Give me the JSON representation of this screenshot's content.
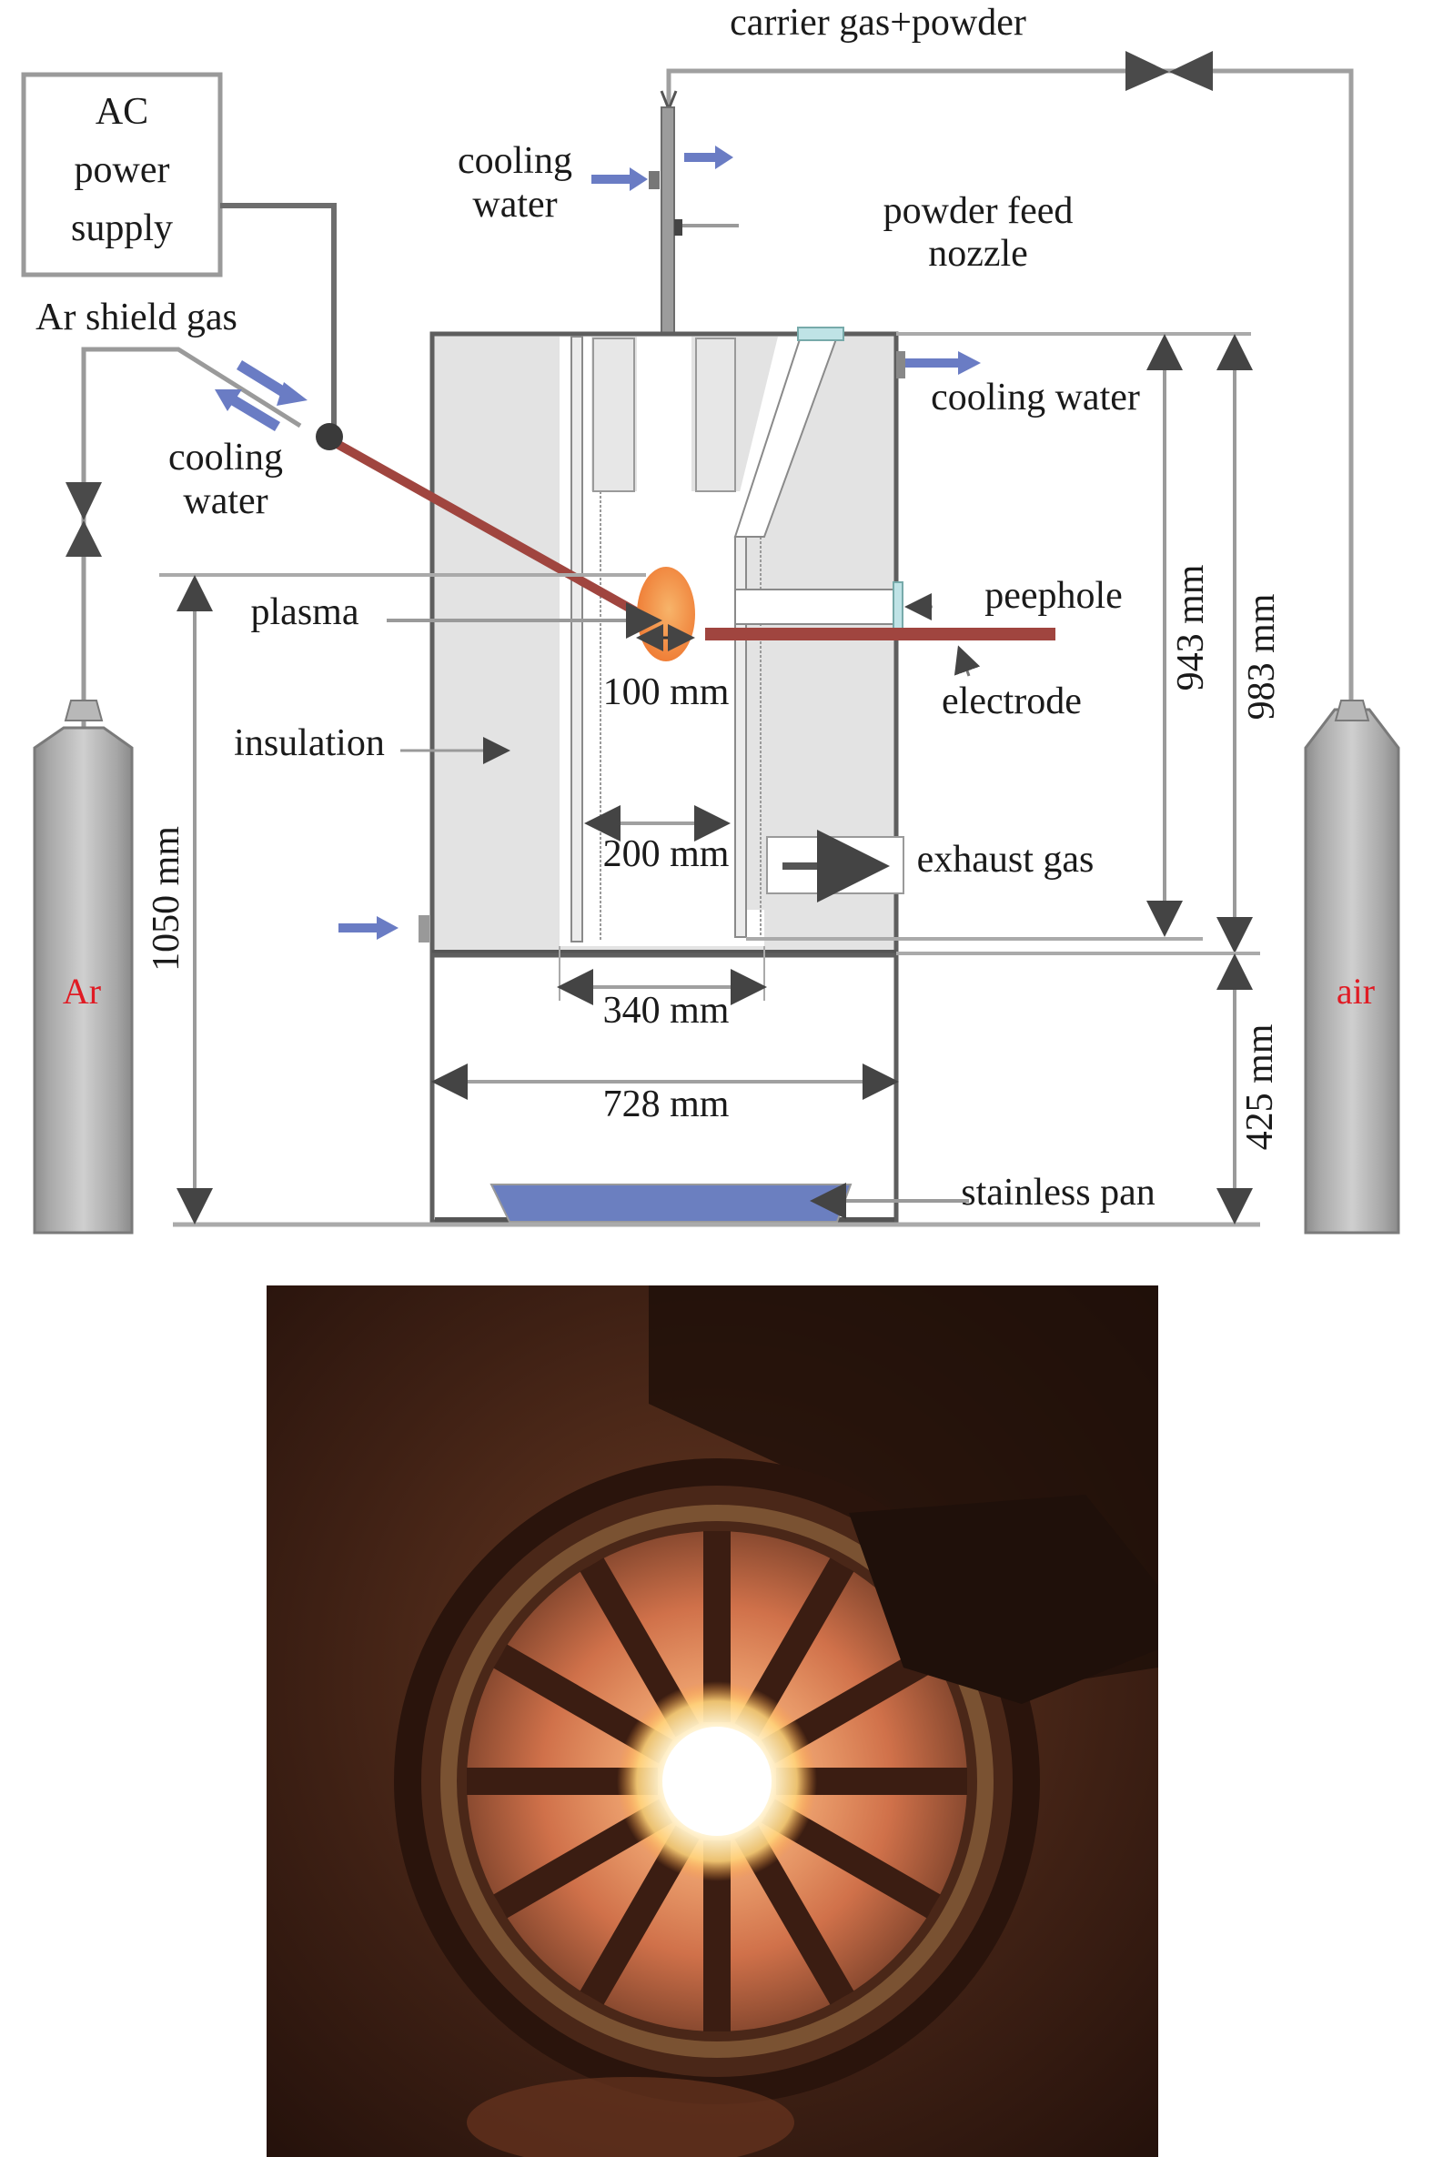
{
  "figure": {
    "schematic": {
      "labels": {
        "carrier_gas": "carrier gas+powder",
        "ac_line1": "AC",
        "ac_line2": "power",
        "ac_line3": "supply",
        "cooling_top_1": "cooling",
        "cooling_top_2": "water",
        "powder_feed_1": "powder feed",
        "powder_feed_2": "nozzle",
        "ar_shield": "Ar shield gas",
        "cooling_left_1": "cooling",
        "cooling_left_2": "water",
        "cooling_right": "cooling water",
        "plasma": "plasma",
        "peephole": "peephole",
        "electrode": "electrode",
        "insulation": "insulation",
        "exhaust": "exhaust gas",
        "stainless_pan": "stainless pan",
        "ar_cylinder": "Ar",
        "air_cylinder": "air"
      },
      "dimensions": {
        "d100": "100 mm",
        "d200": "200 mm",
        "d340": "340 mm",
        "d728": "728 mm",
        "d1050": "1050 mm",
        "d943": "943 mm",
        "d983": "983 mm",
        "d425": "425 mm"
      },
      "colors": {
        "flow_arrow": "#6a7cc4",
        "electrode": "#a0453f",
        "plasma": "#f08a3c",
        "pan": "#6b7fc0",
        "insulation": "#e2e2e2",
        "cylinder_label": "#e01b24"
      }
    },
    "photo": {
      "description": "photo of plasma arc viewed through peephole with radial electrodes",
      "electrode_count": 12
    }
  }
}
